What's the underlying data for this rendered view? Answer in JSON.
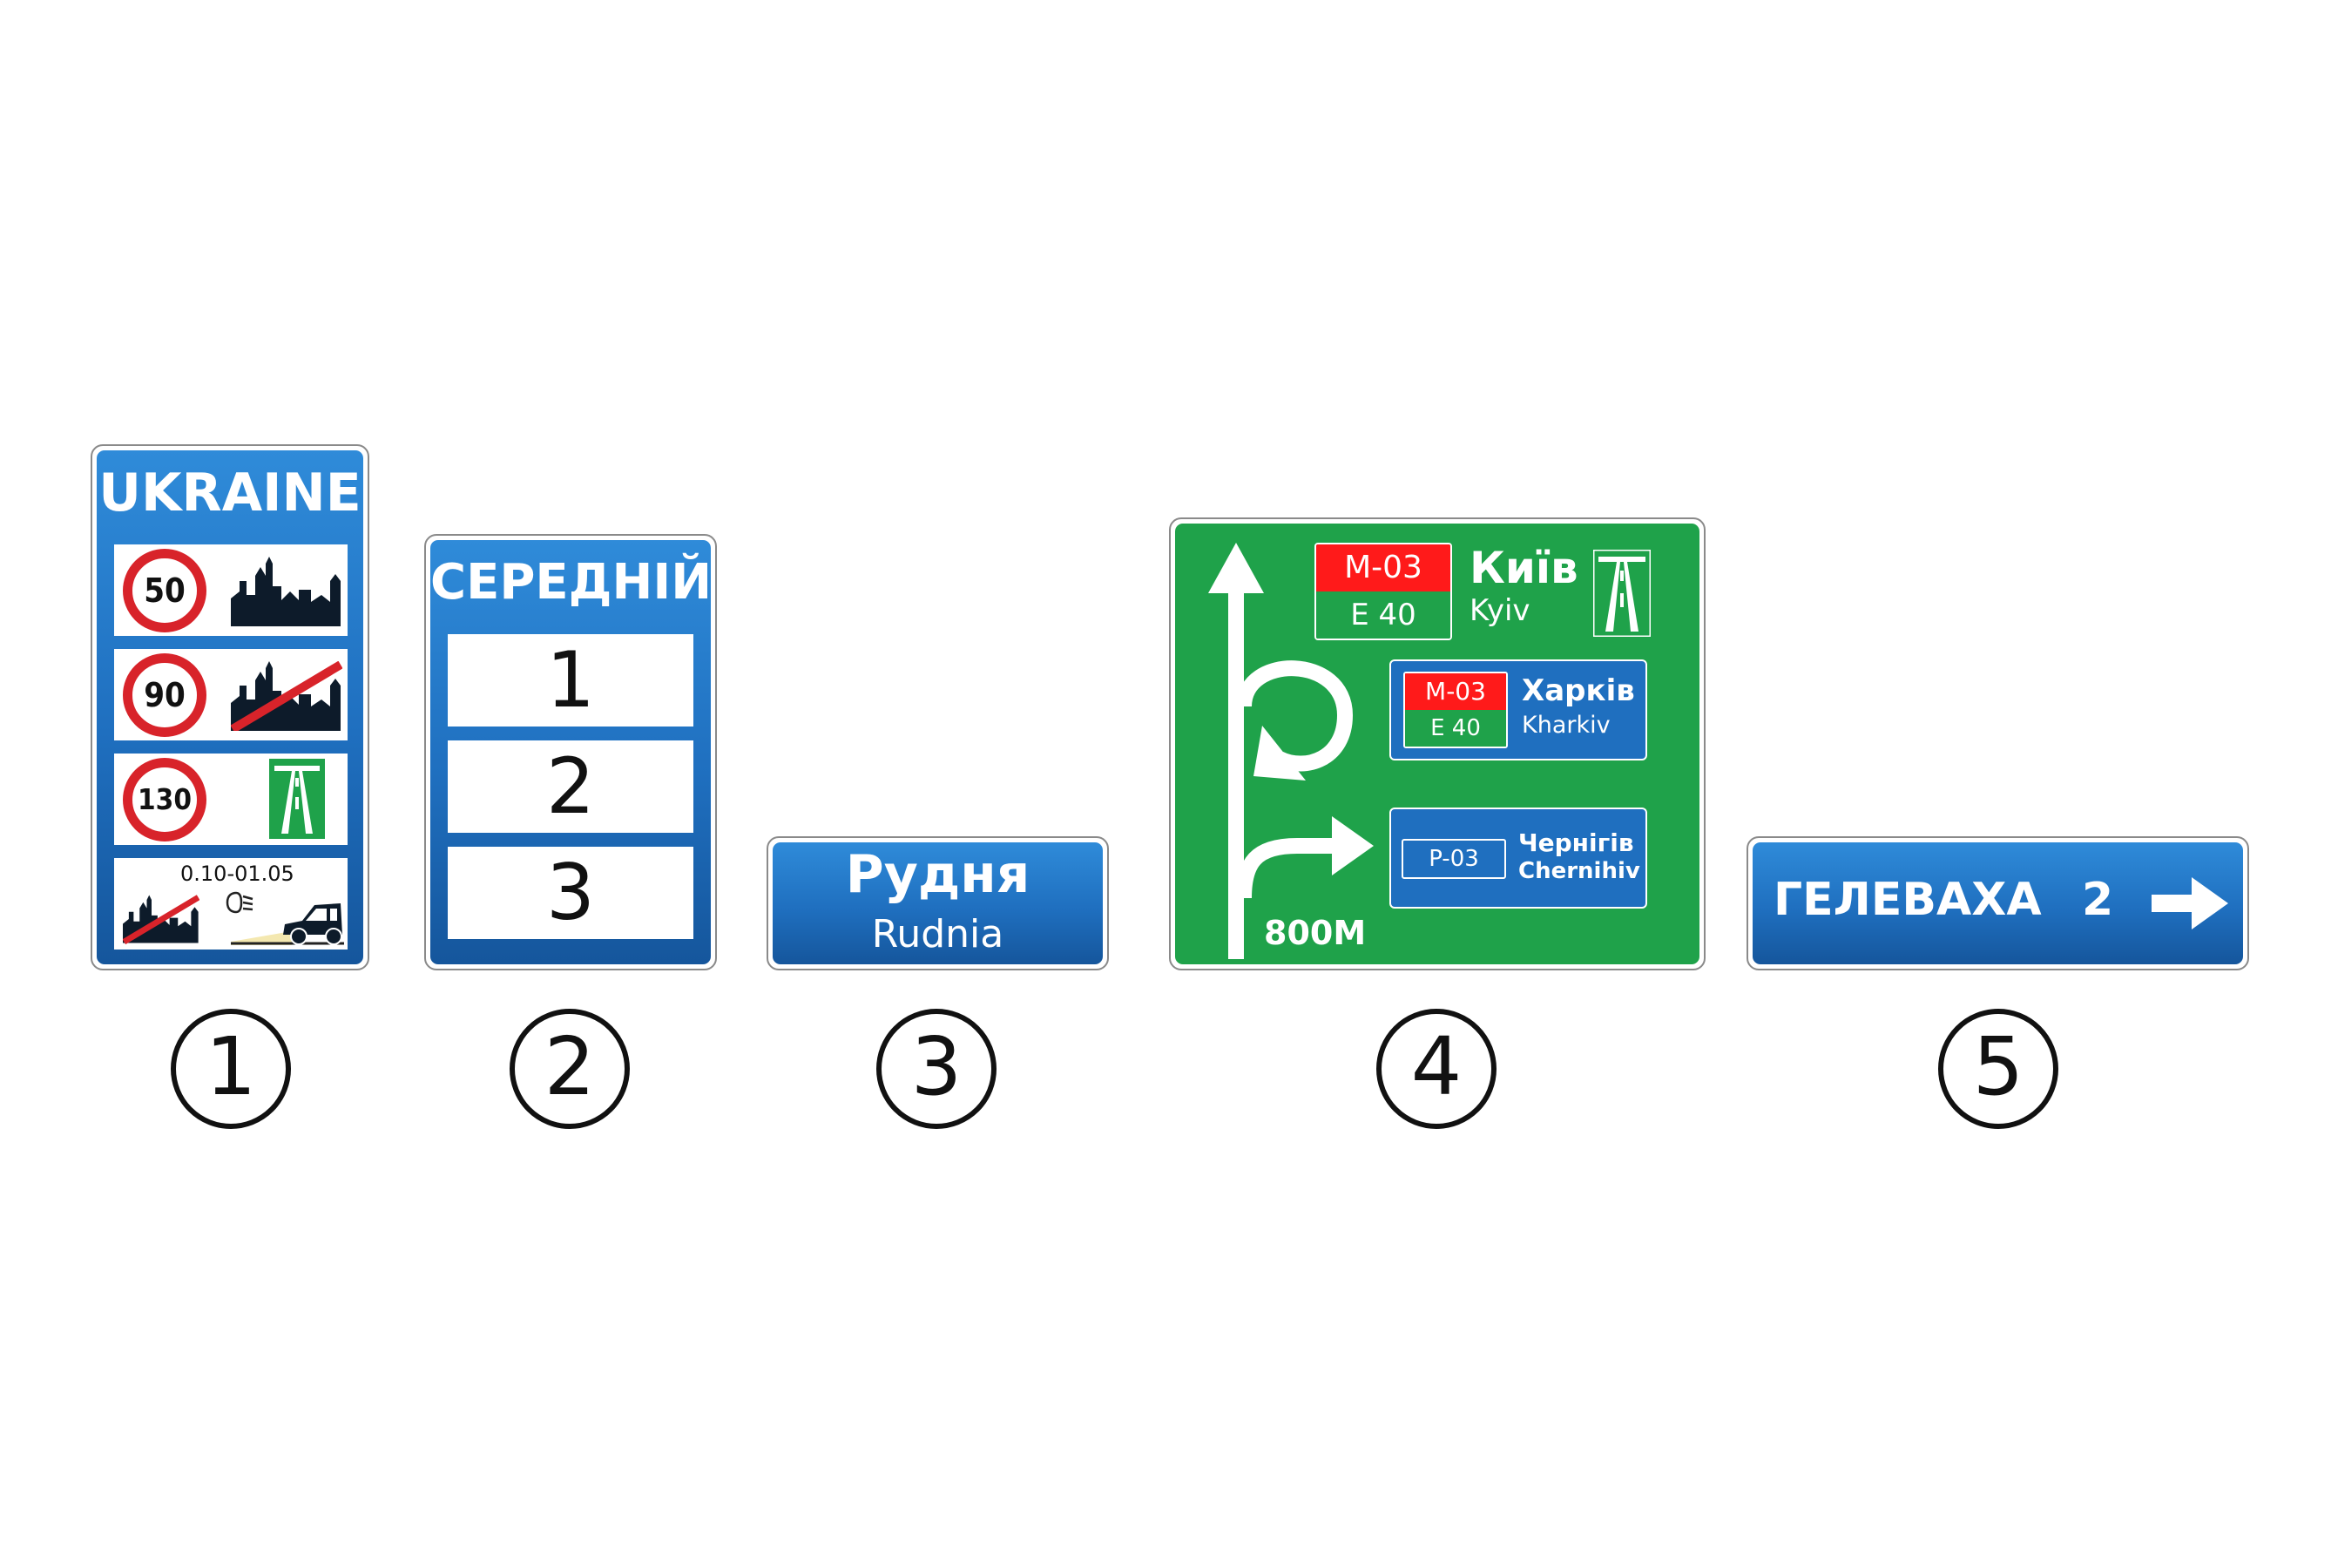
{
  "signs": {
    "s1": {
      "country": "UKRAINE",
      "rows": [
        {
          "limit": "50",
          "icon": "town-icon"
        },
        {
          "limit": "90",
          "icon": "town-end-icon"
        },
        {
          "limit": "130",
          "icon": "motorway-icon"
        },
        {
          "period": "0.10-01.05",
          "icon": "headlights-icon"
        }
      ]
    },
    "s2": {
      "title": "СЕРЕДНІЙ",
      "items": [
        "1",
        "2",
        "3"
      ]
    },
    "s3": {
      "name": "Рудня",
      "name_latin": "Rudnia"
    },
    "s4": {
      "distance": "800M",
      "dest1": {
        "road_top": "M-03",
        "road_bottom": "E 40",
        "city": "Київ",
        "city_latin": "Kyiv"
      },
      "dest2": {
        "road_top": "M-03",
        "road_bottom": "E 40",
        "city": "Харків",
        "city_latin": "Kharkiv"
      },
      "dest3": {
        "road": "P-03",
        "city": "Чернігів",
        "city_latin": "Chernihiv"
      }
    },
    "s5": {
      "name": "ГЕЛЕВАХА",
      "distance": "2"
    }
  },
  "labels": [
    "1",
    "2",
    "3",
    "4",
    "5"
  ],
  "colors": {
    "blue": "#1f6fbf",
    "green": "#1fa24a",
    "red": "#ff1a1a",
    "dark": "#0d1b2a"
  }
}
